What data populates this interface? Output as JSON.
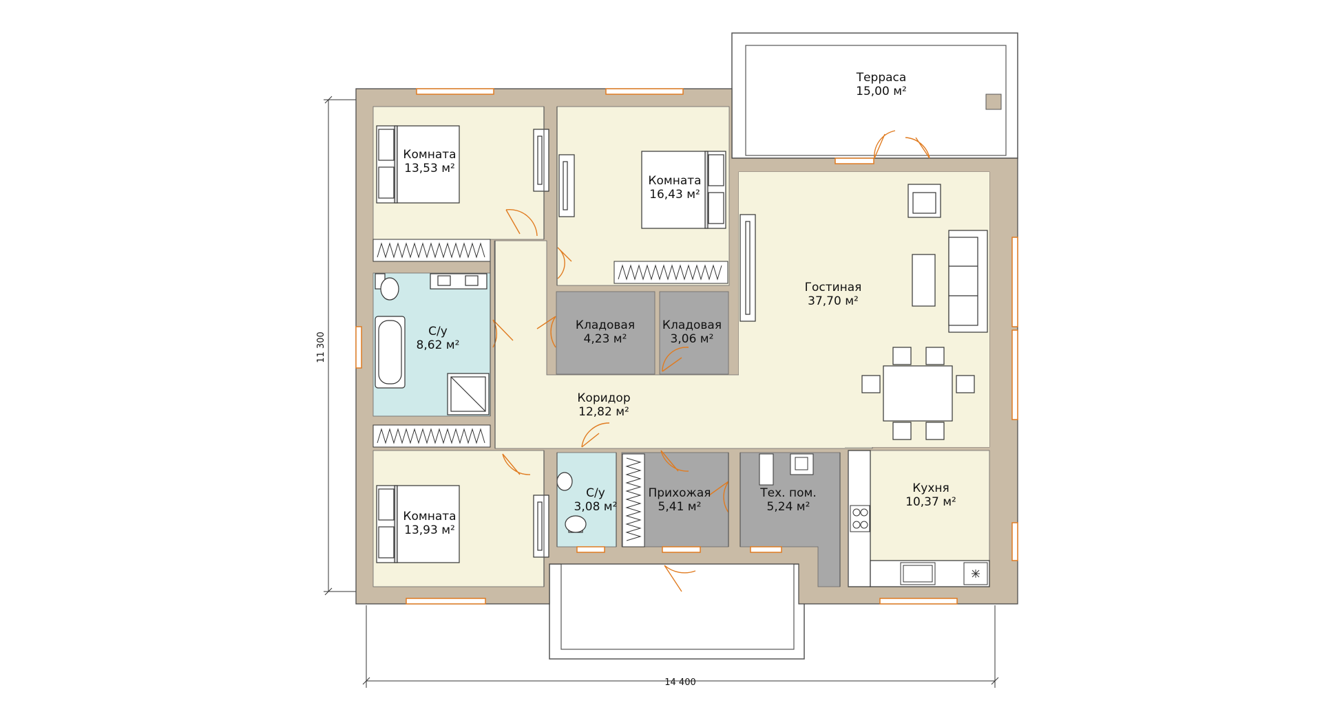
{
  "colors": {
    "wall": "#c9bba6",
    "living": "#f6f3dd",
    "bathroom": "#cfeaea",
    "storage": "#a8a8a8",
    "window": "#e07b20",
    "line": "#555555"
  },
  "dimensions": {
    "width_label": "14 400",
    "height_label": "11 300"
  },
  "rooms": [
    {
      "id": "terrace",
      "name": "Терраса",
      "area": "15,00 м²"
    },
    {
      "id": "room1",
      "name": "Комната",
      "area": "13,53 м²"
    },
    {
      "id": "room2",
      "name": "Комната",
      "area": "16,43 м²"
    },
    {
      "id": "bath1",
      "name": "С/у",
      "area": "8,62 м²"
    },
    {
      "id": "storage1",
      "name": "Кладовая",
      "area": "4,23 м²"
    },
    {
      "id": "storage2",
      "name": "Кладовая",
      "area": "3,06 м²"
    },
    {
      "id": "living",
      "name": "Гостиная",
      "area": "37,70 м²"
    },
    {
      "id": "corridor",
      "name": "Коридор",
      "area": "12,82 м²"
    },
    {
      "id": "bath2",
      "name": "С/у",
      "area": "3,08 м²"
    },
    {
      "id": "hall",
      "name": "Прихожая",
      "area": "5,41 м²"
    },
    {
      "id": "tech",
      "name": "Тех. пом.",
      "area": "5,24 м²"
    },
    {
      "id": "kitchen",
      "name": "Кухня",
      "area": "10,37 м²"
    },
    {
      "id": "room3",
      "name": "Комната",
      "area": "13,93 м²"
    }
  ],
  "icons": [
    "bed-icon",
    "wardrobe-icon",
    "bathtub-icon",
    "toilet-icon",
    "sink-icon",
    "shower-icon",
    "sofa-icon",
    "armchair-icon",
    "dining-table-icon",
    "stove-icon",
    "boiler-icon",
    "door-swing-icon"
  ]
}
